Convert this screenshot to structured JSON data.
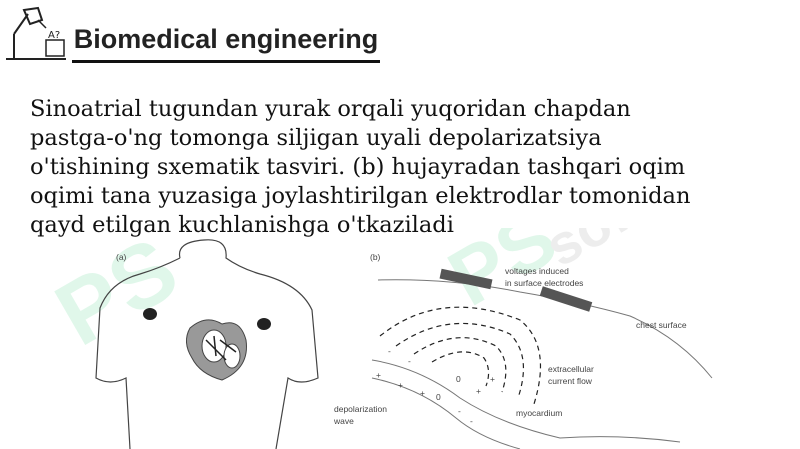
{
  "slide": {
    "title": "Biomedical engineering",
    "body": "Sinoatrial tugundan yurak orqali yuqoridan chapdan\npastga-o'ng tomonga siljigan uyali depolarizatsiya\no'tishining sxematik tasviri. (b) hujayradan tashqari oqim\noqimi tana yuzasiga joylashtirilgan elektrodlar tomonidan\nqayd etilgan kuchlanishga o'tkaziladi"
  },
  "figure": {
    "panel_a_label": "(a)",
    "panel_b_label": "(b)",
    "voltages_label_1": "voltages induced",
    "voltages_label_2": "in surface electrodes",
    "chest_surface_label": "chest surface",
    "extracellular_label_1": "extracellular",
    "extracellular_label_2": "current flow",
    "depolarization_label_1": "depolarization",
    "depolarization_label_2": "wave",
    "myocardium_label": "myocardium",
    "zero_1": "0",
    "zero_2": "0"
  },
  "colors": {
    "watermark": "#2ecc71",
    "electrode": "#333333"
  }
}
